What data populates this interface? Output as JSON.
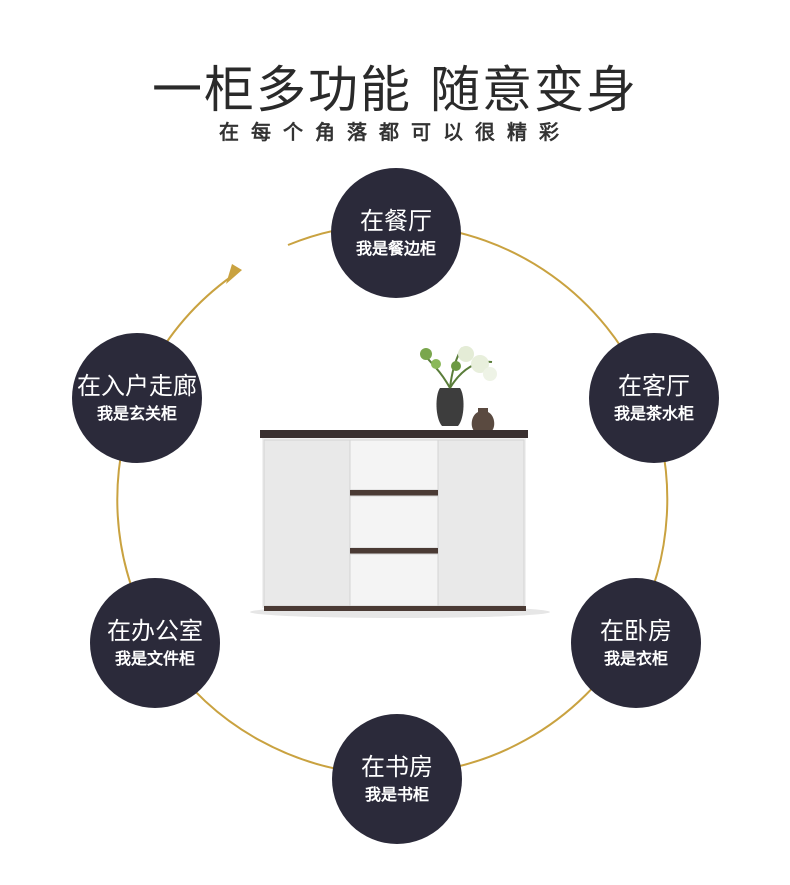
{
  "header": {
    "title": "一柜多功能 随意变身",
    "subtitle": "在每个角落都可以很精彩"
  },
  "colors": {
    "ring": "#c9a240",
    "node_bg": "#2b2a3a",
    "text_light": "#ffffff"
  },
  "nodes": {
    "dining": {
      "room": "在餐厅",
      "role": "我是餐边柜"
    },
    "living": {
      "room": "在客厅",
      "role": "我是茶水柜"
    },
    "bedroom": {
      "room": "在卧房",
      "role": "我是衣柜"
    },
    "study": {
      "room": "在书房",
      "role": "我是书柜"
    },
    "office": {
      "room": "在办公室",
      "role": "我是文件柜"
    },
    "entrance": {
      "room": "在入户走廊",
      "role": "我是玄关柜"
    }
  },
  "icons": {
    "ring_arrow": "arrow-head-icon"
  }
}
